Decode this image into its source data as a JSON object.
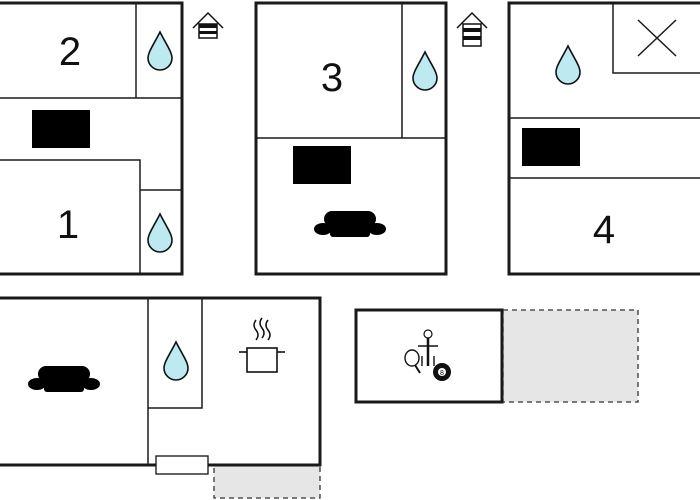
{
  "floor_plan": {
    "rooms": [
      {
        "name": "bedroom-2",
        "label": "2"
      },
      {
        "name": "bedroom-1",
        "label": "1"
      },
      {
        "name": "bedroom-3",
        "label": "3"
      },
      {
        "name": "bedroom-4",
        "label": "4"
      }
    ],
    "icons": {
      "water": "water-drop-icon",
      "heater": "radiator-icon",
      "sofa": "sofa-icon",
      "kitchen": "cooking-pot-icon",
      "games": "games-room-icon",
      "stairs": "stairs-icon",
      "billiard_ball": "8"
    },
    "colors": {
      "walls": "#1a1a1a",
      "water": "#bde9f0",
      "outdoor_area": "#e6e6e6"
    }
  }
}
